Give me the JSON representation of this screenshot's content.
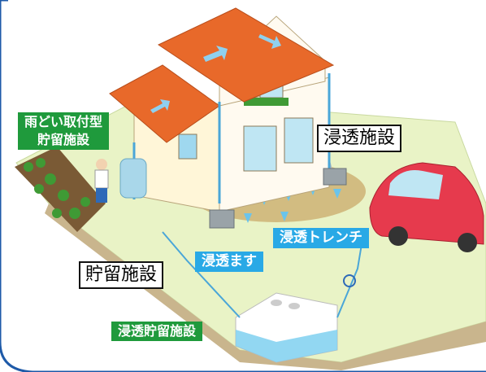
{
  "labels": {
    "gutter_storage": {
      "line1": "雨どい取付型",
      "line2": "貯留施設"
    },
    "infiltration_facility": "浸透施設",
    "infiltration_trench": "浸透トレンチ",
    "infiltration_basin": "浸透ます",
    "storage_facility": "貯留施設",
    "infiltration_storage_facility": "浸透貯留施設"
  },
  "colors": {
    "green_label": "#1f9a3c",
    "blue_label": "#29a9e6",
    "roof": "#e8692a",
    "walls": "#fff6d8",
    "lawn": "#e9f3c6",
    "car": "#e63a4d",
    "water": "#7fd0f0",
    "frame": "#1e5aa8"
  }
}
